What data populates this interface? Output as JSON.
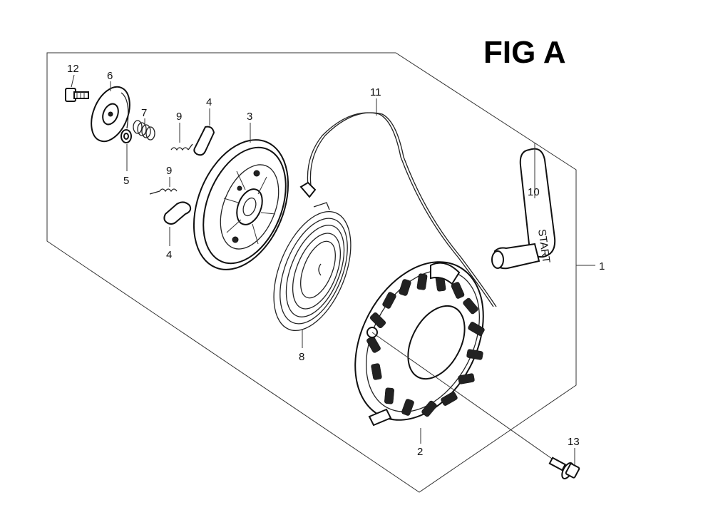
{
  "title": "FIG A",
  "callouts": [
    "1",
    "2",
    "3",
    "4",
    "4",
    "5",
    "6",
    "7",
    "8",
    "9",
    "9",
    "10",
    "11",
    "12",
    "13"
  ],
  "handle_text": "START",
  "colors": {
    "ink": "#111111",
    "background": "#ffffff"
  }
}
